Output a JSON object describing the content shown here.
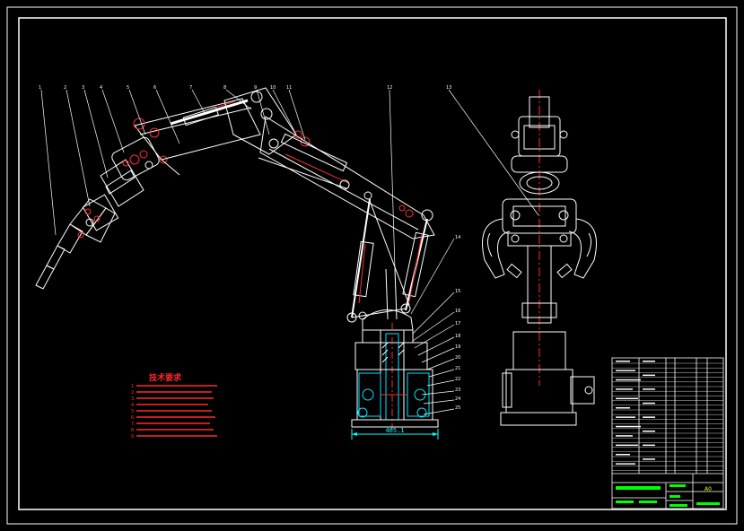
{
  "colors": {
    "background": "#000000",
    "frame": "#ffffff",
    "structure": "#ffffff",
    "centerline": "#ff3030",
    "notes": "#ff2a2a",
    "section": "#00e5ff",
    "title_green": "#00ff00",
    "dimension": "#00ffff"
  },
  "notes": {
    "title": "技术要求",
    "lines": [
      "1.",
      "2.",
      "3.",
      "4.",
      "5.",
      "6.",
      "7.",
      "8.",
      "9."
    ]
  },
  "dimension": {
    "base_width": "465.1"
  },
  "title_block": {
    "drawing_label": "A0"
  },
  "callouts_left": [
    "1",
    "2",
    "3",
    "4",
    "5",
    "6",
    "7",
    "8",
    "9",
    "10",
    "11"
  ],
  "callouts_right": [
    "12",
    "13",
    "14",
    "15",
    "16",
    "17",
    "18",
    "19",
    "20",
    "21",
    "22",
    "23",
    "24",
    "25"
  ]
}
